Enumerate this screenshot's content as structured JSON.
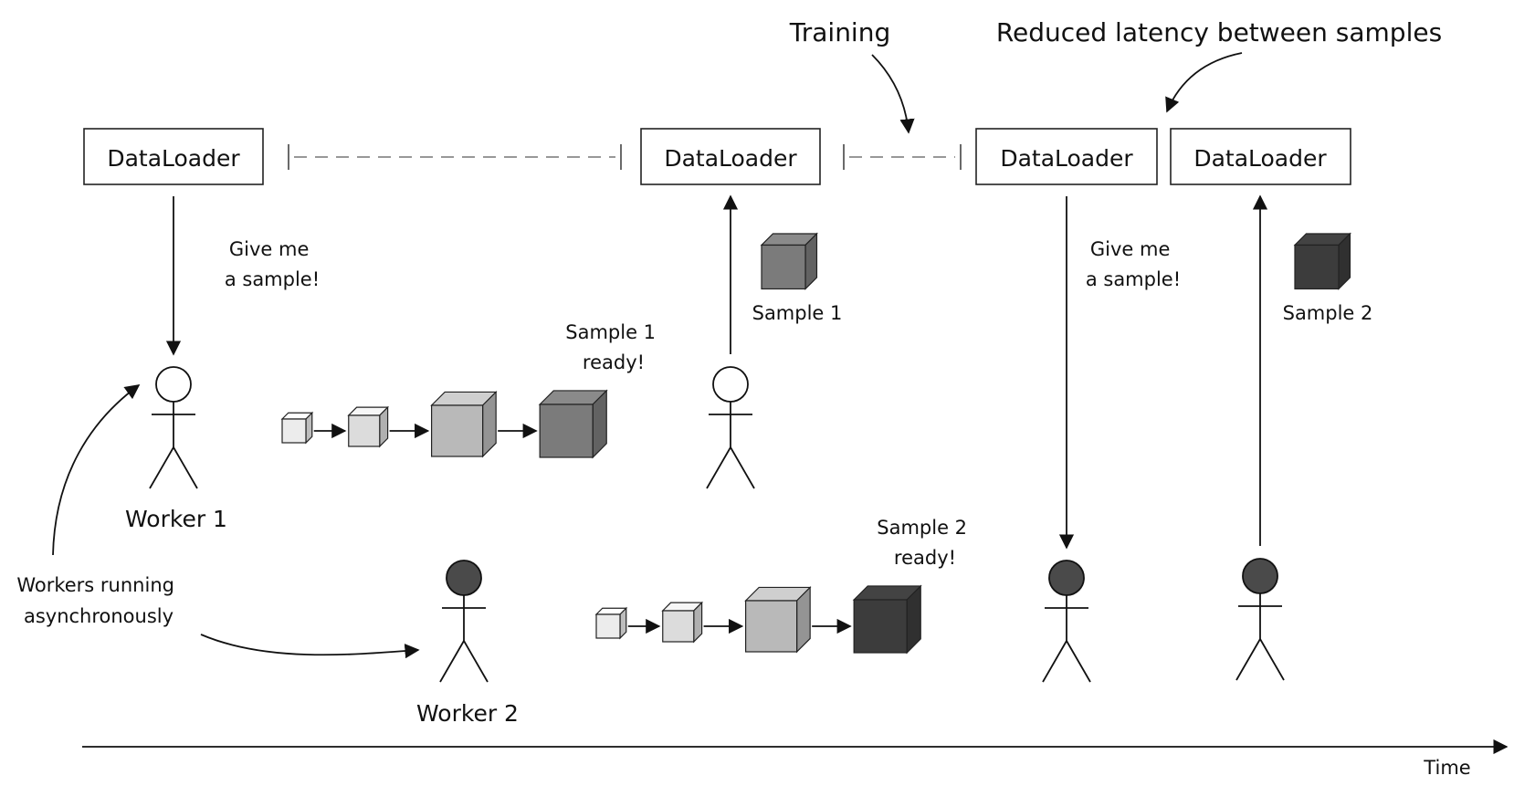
{
  "diagram": {
    "title_training": "Training",
    "title_reduced_latency": "Reduced latency between samples",
    "dataloader_label": "DataLoader",
    "request_label": [
      "Give me",
      "a sample!"
    ],
    "sample1_label": "Sample 1",
    "sample2_label": "Sample 2",
    "sample1_ready": [
      "Sample 1",
      "ready!"
    ],
    "sample2_ready": [
      "Sample 2",
      "ready!"
    ],
    "worker1_label": "Worker 1",
    "worker2_label": "Worker 2",
    "workers_async": [
      "Workers running",
      "asynchronously"
    ],
    "time_label": "Time"
  },
  "colors": {
    "worker1": "#ffffff",
    "worker2": "#4a4a4a",
    "cube_stage1": "#ececec",
    "cube_stage2": "#dcdcdc",
    "cube_stage3": "#b9b9b9",
    "sample1": "#7b7b7b",
    "sample2": "#3c3c3c"
  }
}
